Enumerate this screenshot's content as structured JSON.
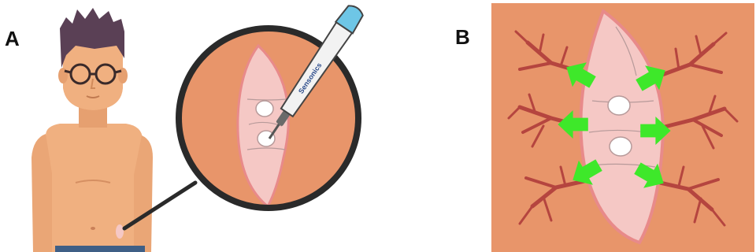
{
  "panels": {
    "a": {
      "label": "A"
    },
    "b": {
      "label": "B"
    }
  },
  "device": {
    "brand": "Sensonics"
  },
  "colors": {
    "skin": "#f0b080",
    "skin_dark": "#e6a070",
    "hair": "#5a4055",
    "background_tissue": "#e8956a",
    "wound": "#f5c8c5",
    "wound_edge": "#e88a8a",
    "vessels": "#b5453f",
    "arrows": "#3ee82a",
    "lens_ring": "#2a2a2a",
    "pen_cap": "#6ec6e6",
    "shorts": "#3f5f86"
  },
  "icons": {
    "person": "person-illustration",
    "magnifier": "magnifier-lens",
    "pen": "biopsy-punch-icon",
    "arrow": "arrow-icon",
    "vessel": "blood-vessel-icon"
  }
}
